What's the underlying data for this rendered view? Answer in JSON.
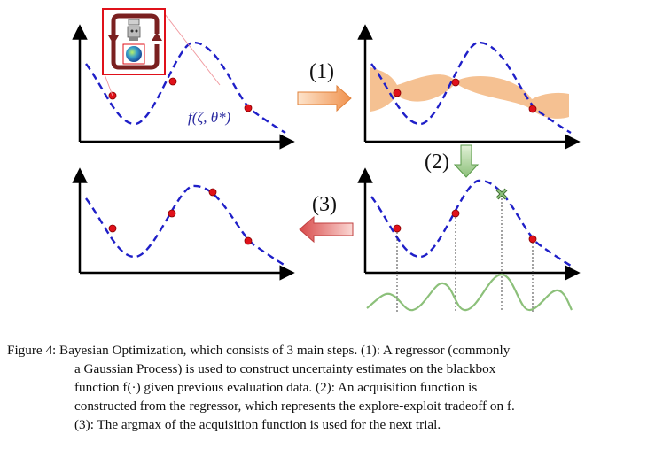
{
  "figure": {
    "step_labels": [
      "(1)",
      "(2)",
      "(3)"
    ],
    "function_label": "f(ζ, θ*)",
    "colors": {
      "dashed_curve": "#1f1fc8",
      "eval_point": "#e0111a",
      "uncertainty_band": "#f4be8c",
      "acquisition_curve": "#8cc07a",
      "argmax_marker": "#6aa05a",
      "inset_border": "#e0111a",
      "arrow_right": "#f4a46a",
      "arrow_down": "#a6cf8c",
      "arrow_left": "#e26a6a"
    },
    "icons": [
      "robot-icon",
      "globe-icon",
      "cycle-arrows-icon"
    ]
  },
  "caption": {
    "lines": [
      "Figure 4:  Bayesian Optimization, which consists of 3 main steps. (1): A regressor (commonly",
      "a Gaussian Process) is used to construct uncertainty estimates on the blackbox",
      "function f(·) given previous evaluation data.  (2): An acquisition function is",
      "constructed from the regressor, which represents the explore-exploit tradeoff on f.",
      "(3): The argmax of the acquisition function is used for the next trial."
    ]
  }
}
